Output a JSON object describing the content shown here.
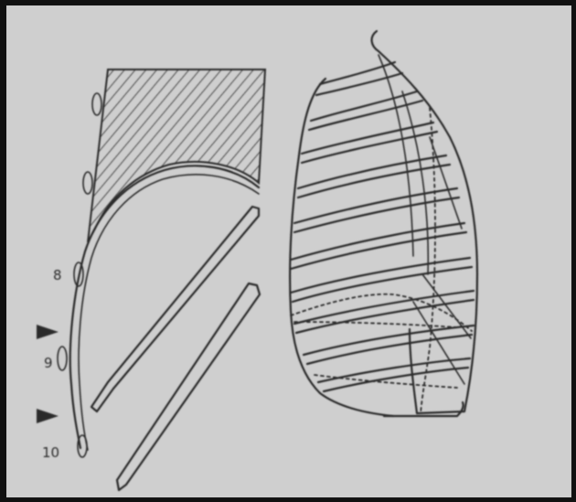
{
  "figure": {
    "rib_labels": [
      "8",
      "9",
      "10"
    ],
    "colors": {
      "paper": "#cfcfcf",
      "ink": "#2b2b2b",
      "frame": "#111111"
    }
  }
}
